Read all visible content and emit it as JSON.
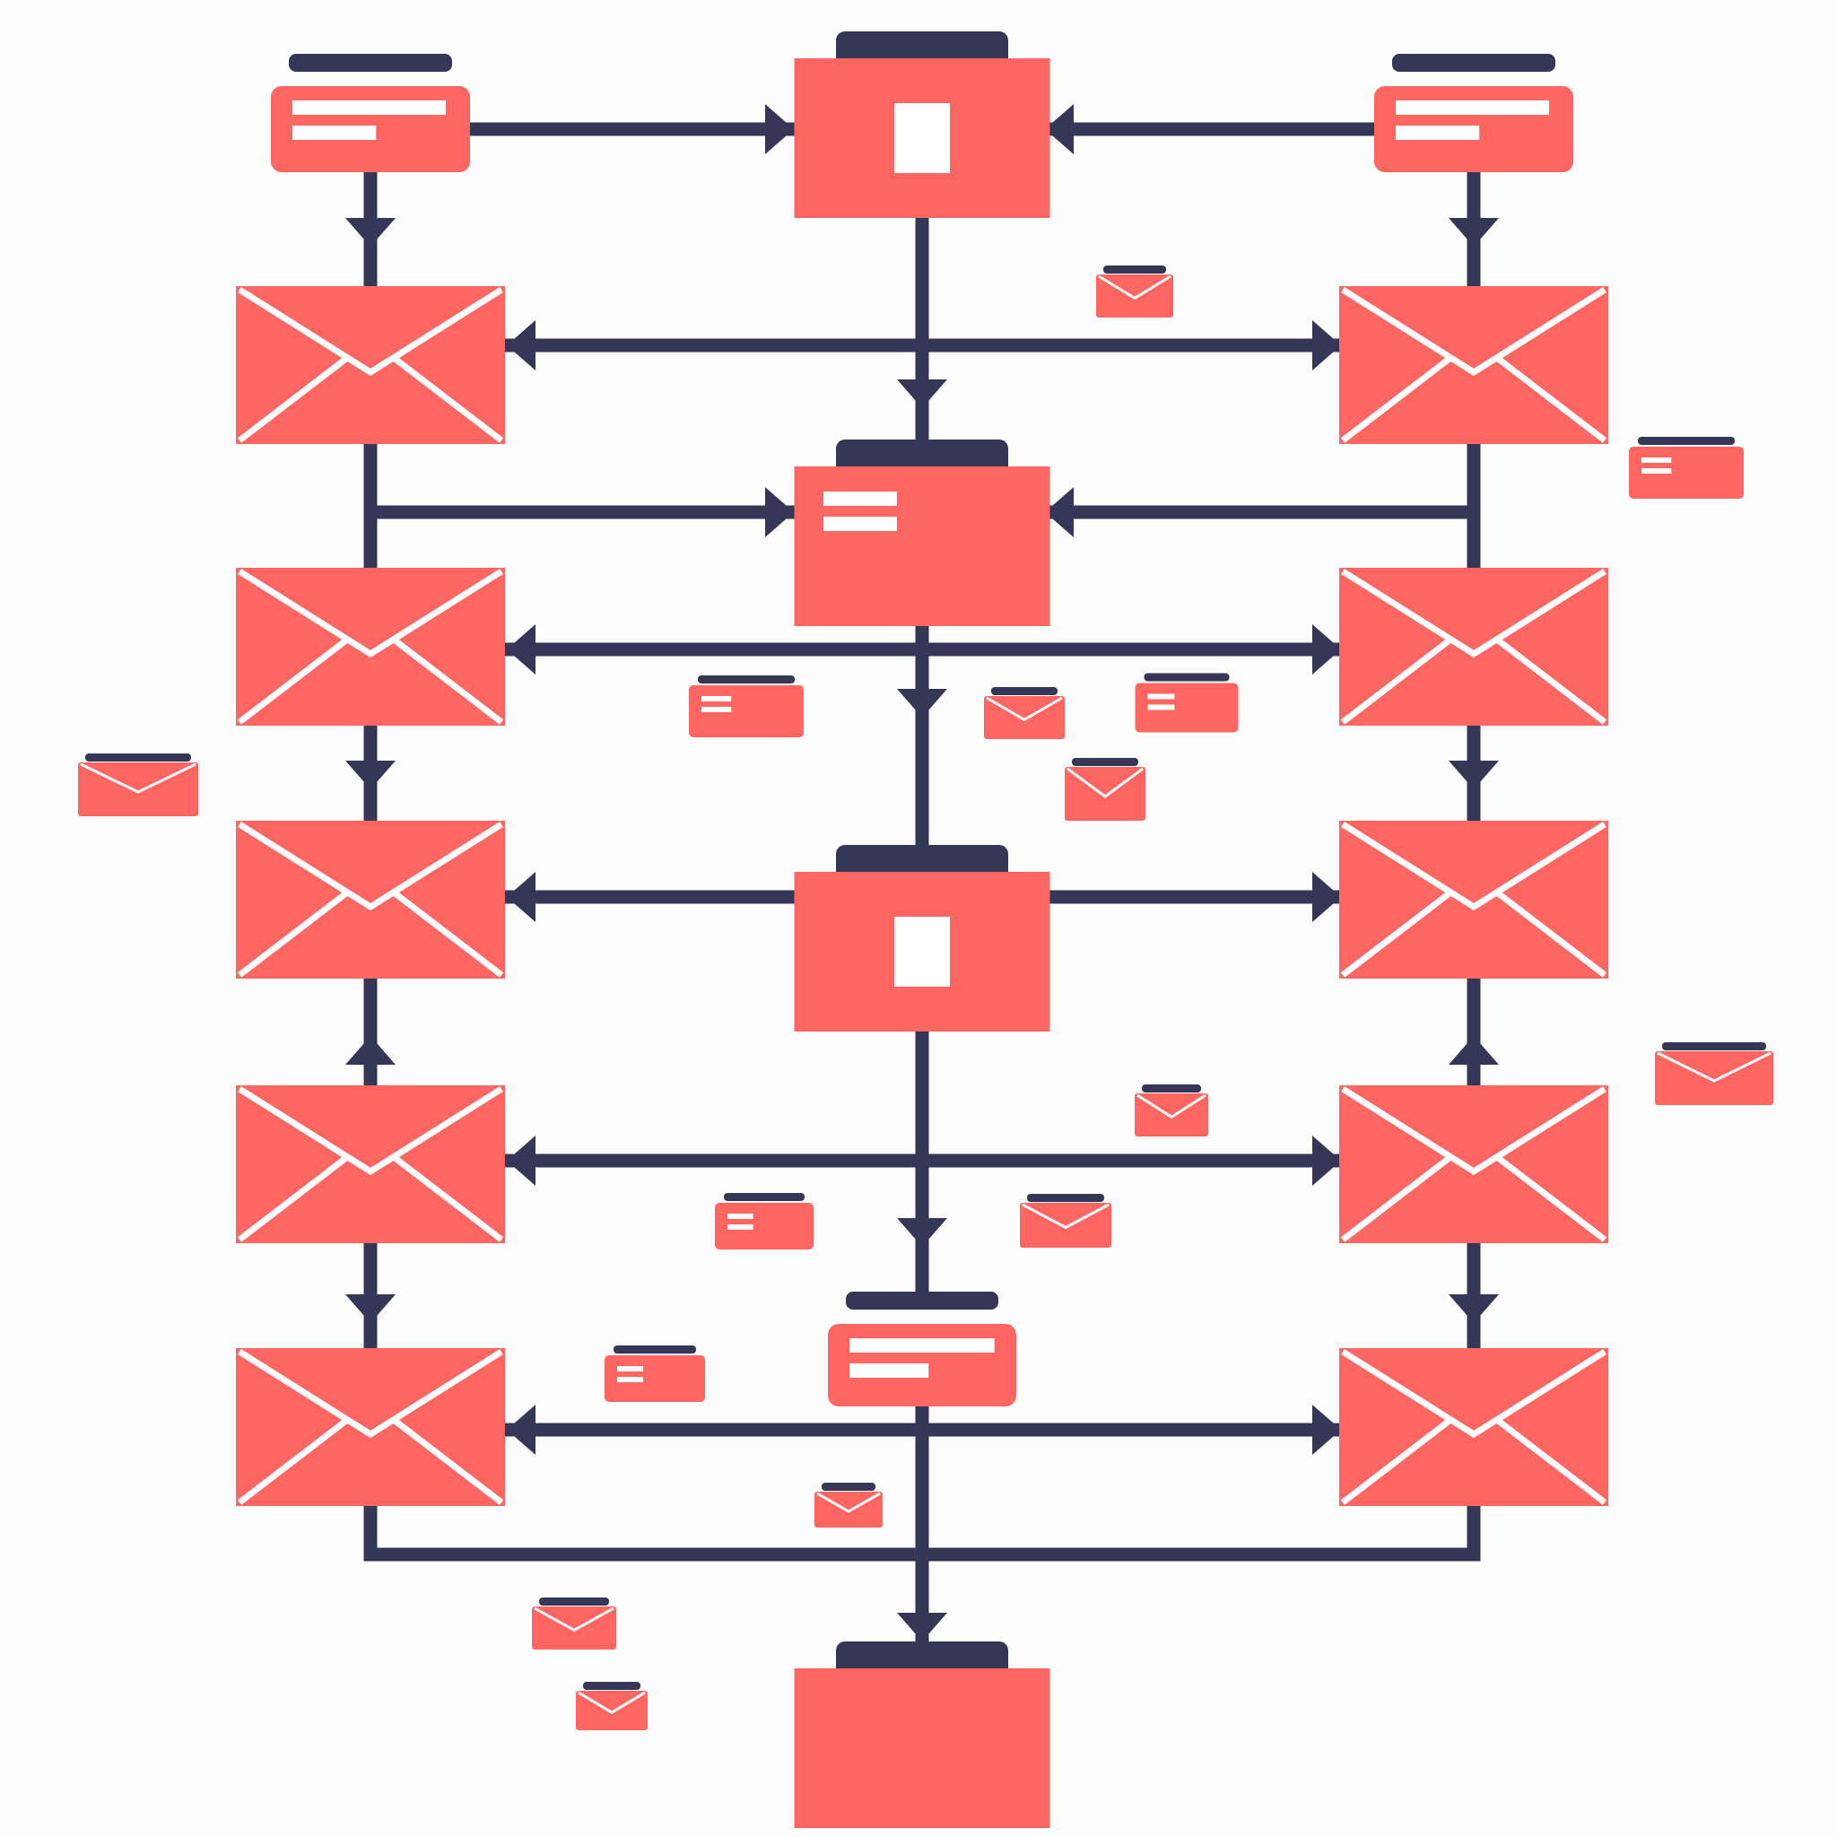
{
  "diagram": {
    "title": "",
    "colors": {
      "node_fill": "#ff6561",
      "node_detail": "#ffffff",
      "connector": "#343856",
      "background": "#fdfdfd"
    },
    "node_types": [
      "folder-icon",
      "document-tray-icon",
      "envelope-icon",
      "mini-document-icon",
      "mini-envelope-icon"
    ],
    "nodes": [
      {
        "id": "top-left-tray",
        "type": "document-tray-icon"
      },
      {
        "id": "top-folder",
        "type": "folder-icon"
      },
      {
        "id": "top-right-tray",
        "type": "document-tray-icon"
      },
      {
        "id": "env-l1",
        "type": "envelope-icon"
      },
      {
        "id": "env-r1",
        "type": "envelope-icon"
      },
      {
        "id": "mid-folder-1",
        "type": "folder-icon"
      },
      {
        "id": "env-l2",
        "type": "envelope-icon"
      },
      {
        "id": "env-r2",
        "type": "envelope-icon"
      },
      {
        "id": "env-l3",
        "type": "envelope-icon"
      },
      {
        "id": "mid-folder-2",
        "type": "folder-icon"
      },
      {
        "id": "env-r3",
        "type": "envelope-icon"
      },
      {
        "id": "env-l4",
        "type": "envelope-icon"
      },
      {
        "id": "env-r4",
        "type": "envelope-icon"
      },
      {
        "id": "env-l5",
        "type": "envelope-icon"
      },
      {
        "id": "bottom-tray",
        "type": "document-tray-icon"
      },
      {
        "id": "env-r5",
        "type": "envelope-icon"
      },
      {
        "id": "bottom-folder",
        "type": "folder-icon"
      }
    ],
    "connections": [
      {
        "from": "top-left-tray",
        "to": "top-folder"
      },
      {
        "from": "top-right-tray",
        "to": "top-folder"
      },
      {
        "from": "top-left-tray",
        "to": "env-l1"
      },
      {
        "from": "top-right-tray",
        "to": "env-r1"
      },
      {
        "from": "top-folder",
        "to": "mid-folder-1"
      },
      {
        "from": "top-folder",
        "to": "env-l1"
      },
      {
        "from": "top-folder",
        "to": "env-r1"
      },
      {
        "from": "env-l1",
        "to": "mid-folder-1"
      },
      {
        "from": "env-r1",
        "to": "mid-folder-1"
      },
      {
        "from": "mid-folder-1",
        "to": "env-l2"
      },
      {
        "from": "mid-folder-1",
        "to": "env-r2"
      },
      {
        "from": "mid-folder-1",
        "to": "mid-folder-2"
      },
      {
        "from": "env-l2",
        "to": "env-l3"
      },
      {
        "from": "env-r2",
        "to": "env-r3"
      },
      {
        "from": "mid-folder-2",
        "to": "env-l3"
      },
      {
        "from": "mid-folder-2",
        "to": "env-r3"
      },
      {
        "from": "env-l3",
        "to": "env-l4"
      },
      {
        "from": "env-r3",
        "to": "env-r4"
      },
      {
        "from": "mid-folder-2",
        "to": "env-l4"
      },
      {
        "from": "mid-folder-2",
        "to": "env-r4"
      },
      {
        "from": "mid-folder-2",
        "to": "bottom-tray"
      },
      {
        "from": "env-l4",
        "to": "env-l5"
      },
      {
        "from": "env-r4",
        "to": "env-r5"
      },
      {
        "from": "bottom-tray",
        "to": "env-l5"
      },
      {
        "from": "bottom-tray",
        "to": "env-r5"
      },
      {
        "from": "env-l5",
        "to": "bottom-folder"
      },
      {
        "from": "env-r5",
        "to": "bottom-folder"
      }
    ],
    "floating_decorations": 17
  }
}
